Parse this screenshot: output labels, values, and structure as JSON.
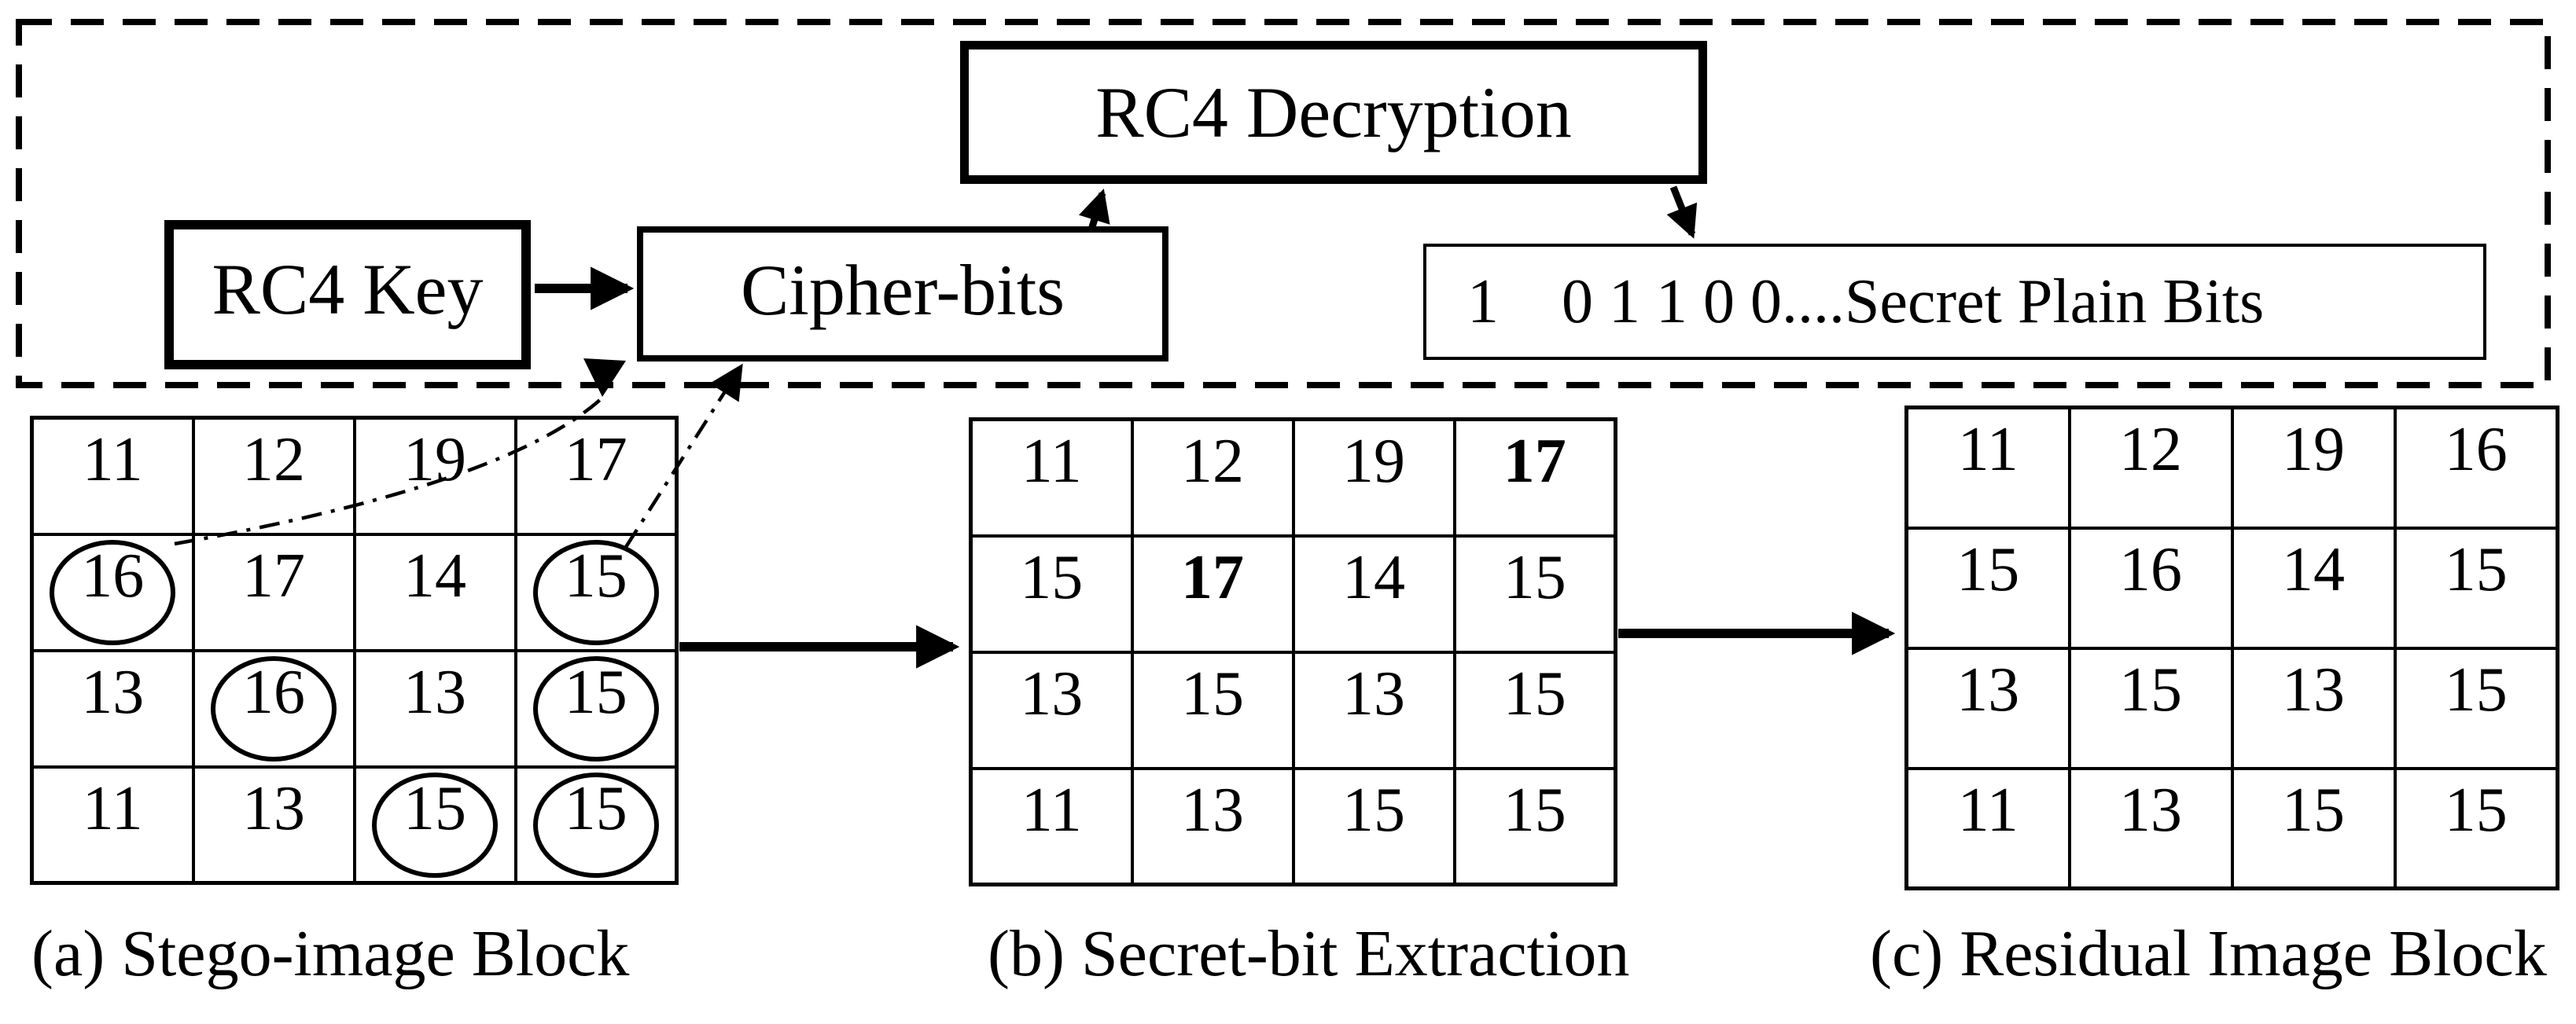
{
  "figure": {
    "boxes": {
      "decryption": "RC4 Decryption",
      "key": "RC4 Key",
      "cipher": "Cipher-bits",
      "secret_bits": "1    0 1 1 0 0....Secret Plain Bits"
    },
    "grids": {
      "stego": {
        "caption": "(a) Stego-image Block",
        "rows": [
          [
            "11",
            "12",
            "19",
            "17"
          ],
          [
            "16",
            "17",
            "14",
            "15"
          ],
          [
            "13",
            "16",
            "13",
            "15"
          ],
          [
            "11",
            "13",
            "15",
            "15"
          ]
        ],
        "circled": [
          [
            1,
            0
          ],
          [
            1,
            3
          ],
          [
            2,
            1
          ],
          [
            2,
            3
          ],
          [
            3,
            2
          ],
          [
            3,
            3
          ]
        ],
        "bold": []
      },
      "extraction": {
        "caption": "(b) Secret-bit Extraction",
        "rows": [
          [
            "11",
            "12",
            "19",
            "17"
          ],
          [
            "15",
            "17",
            "14",
            "15"
          ],
          [
            "13",
            "15",
            "13",
            "15"
          ],
          [
            "11",
            "13",
            "15",
            "15"
          ]
        ],
        "circled": [],
        "bold": [
          [
            0,
            3
          ],
          [
            1,
            1
          ]
        ]
      },
      "residual": {
        "caption": "(c) Residual Image Block",
        "rows": [
          [
            "11",
            "12",
            "19",
            "16"
          ],
          [
            "15",
            "16",
            "14",
            "15"
          ],
          [
            "13",
            "15",
            "13",
            "15"
          ],
          [
            "11",
            "13",
            "15",
            "15"
          ]
        ],
        "circled": [],
        "bold": []
      }
    },
    "colors": {
      "ink": "#000000",
      "background": "#ffffff"
    }
  }
}
